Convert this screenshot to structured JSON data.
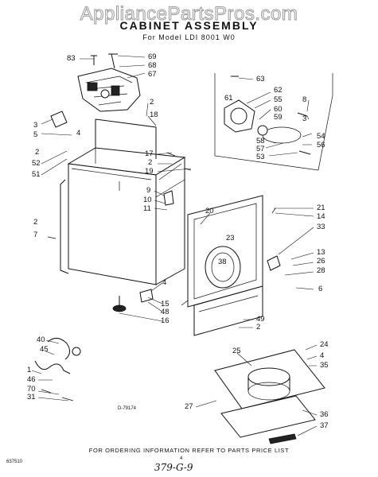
{
  "watermark": "AppliancePartsPros.com",
  "title": "CABINET ASSEMBLY",
  "subtitle": "For Model LDI 8001 W0",
  "diagram_id": "D-79174",
  "footer_note": "FOR ORDERING INFORMATION REFER TO PARTS PRICE LIST",
  "corner_code": "637510",
  "page_number": "4",
  "handwritten_note": "379-G-9",
  "part_labels": [
    "83",
    "69",
    "68",
    "67",
    "2",
    "18",
    "3",
    "5",
    "4",
    "2",
    "52",
    "51",
    "17",
    "2",
    "19",
    "9",
    "10",
    "11",
    "20",
    "21",
    "14",
    "63",
    "62",
    "55",
    "60",
    "59",
    "61",
    "8",
    "3",
    "58",
    "57",
    "53",
    "54",
    "56",
    "2",
    "7",
    "33",
    "13",
    "26",
    "28",
    "23",
    "38",
    "6",
    "4",
    "15",
    "48",
    "16",
    "49",
    "2",
    "24",
    "4",
    "35",
    "25",
    "40",
    "1",
    "46",
    "70",
    "45",
    "31",
    "27",
    "36",
    "37"
  ]
}
